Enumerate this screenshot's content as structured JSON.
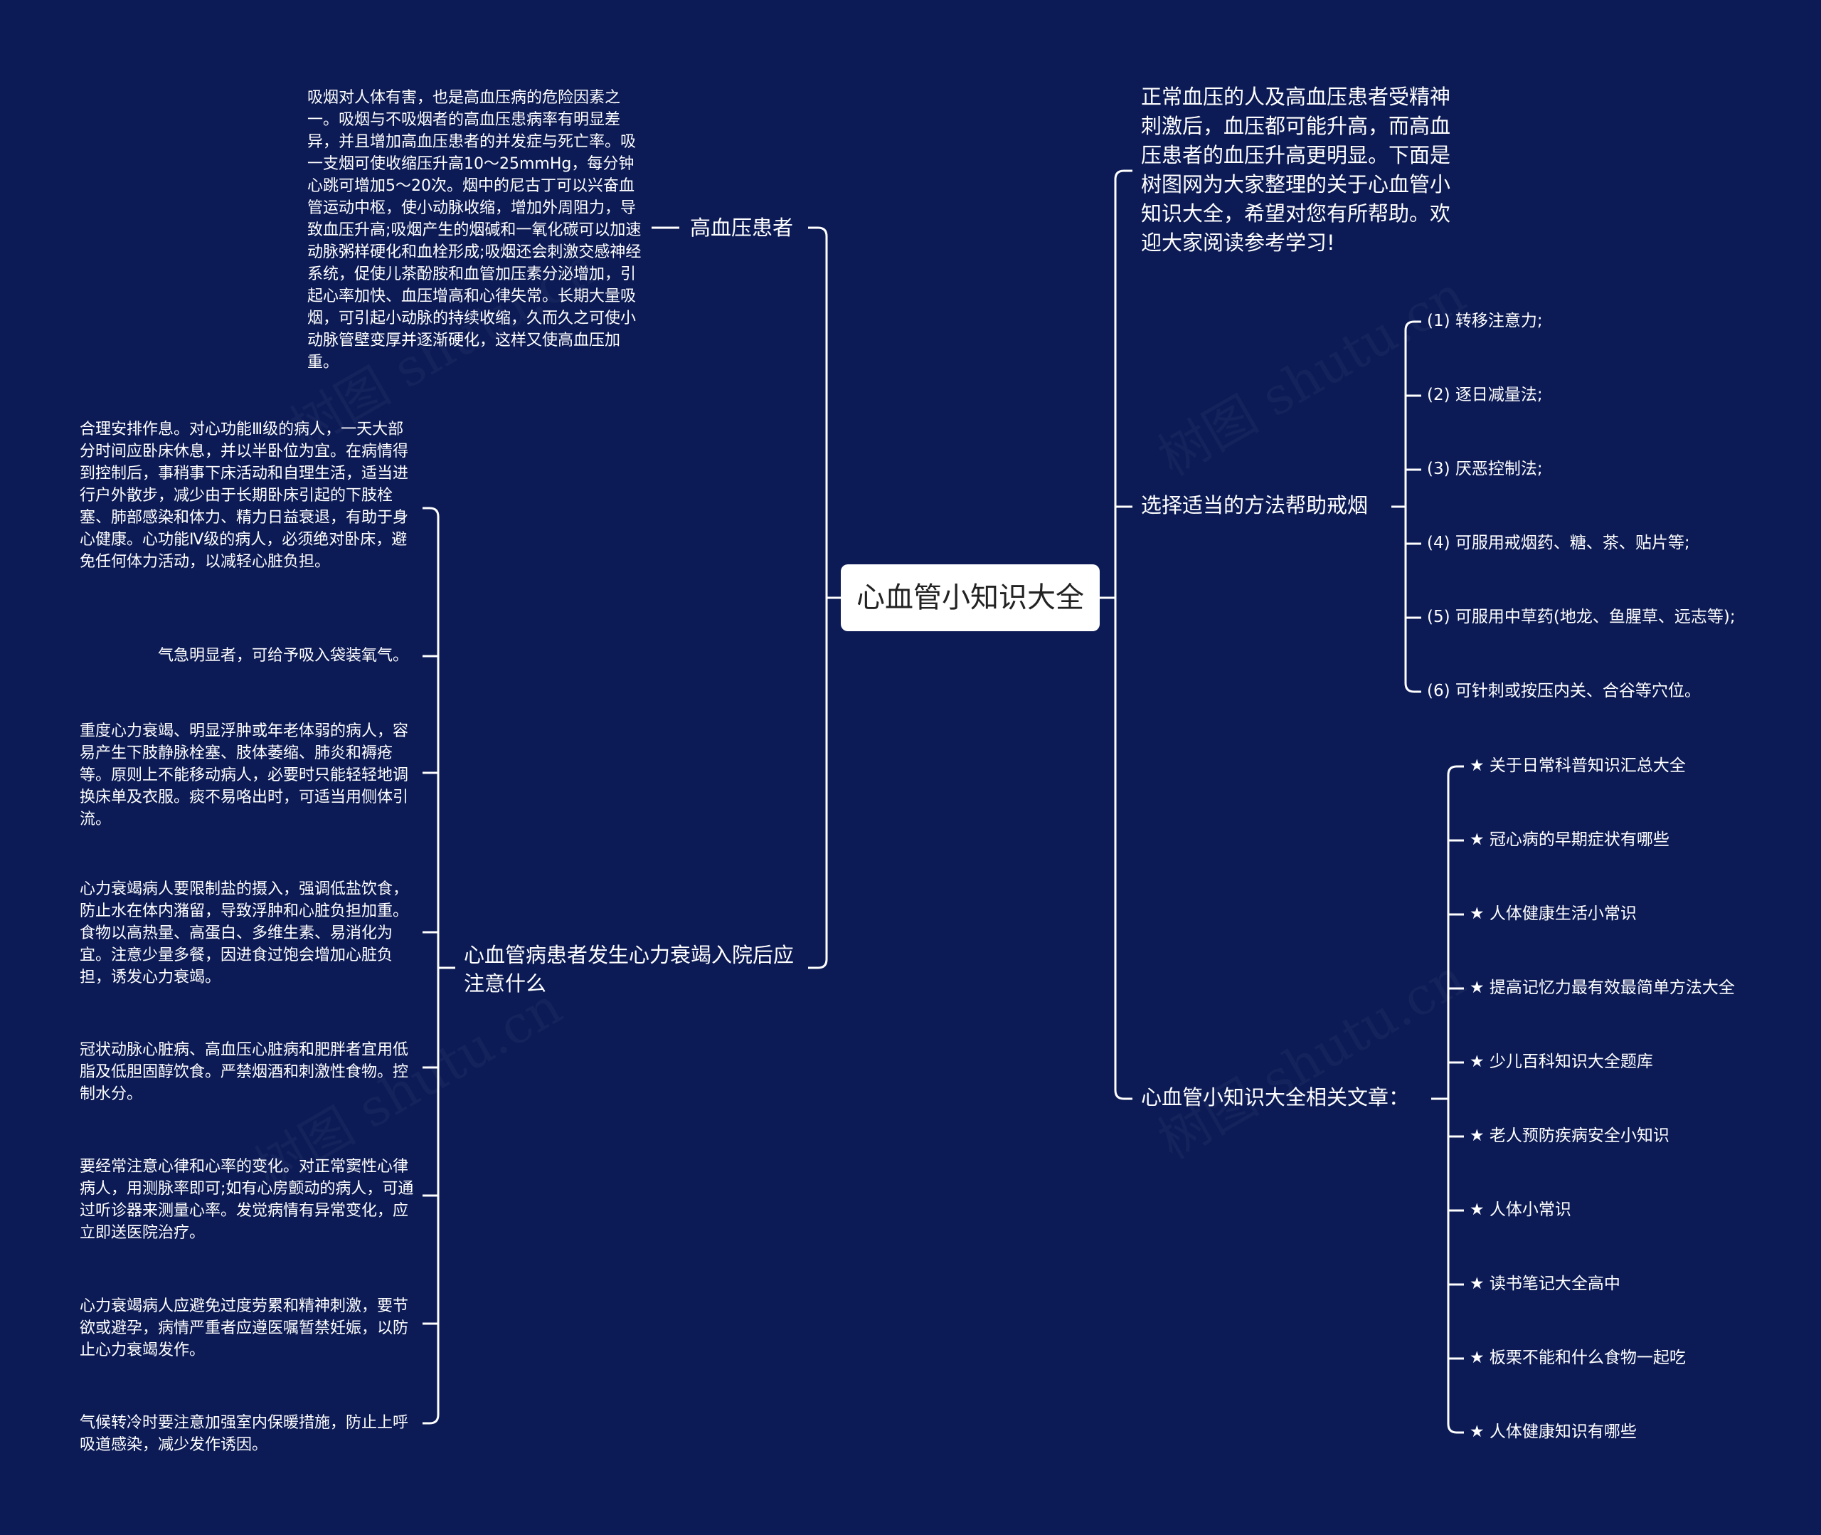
{
  "root": {
    "label": "心血管小知识大全"
  },
  "left_branches": [
    {
      "label": "高血压患者",
      "children": [
        "吸烟对人体有害，也是高血压病的危险因素之一。吸烟与不吸烟者的高血压患病率有明显差异，并且增加高血压患者的并发症与死亡率。吸一支烟可使收缩压升高10～25mmHg，每分钟心跳可增加5～20次。烟中的尼古丁可以兴奋血管运动中枢，使小动脉收缩，增加外周阻力，导致血压升高;吸烟产生的烟碱和一氧化碳可以加速动脉粥样硬化和血栓形成;吸烟还会刺激交感神经系统，促使儿茶酚胺和血管加压素分泌增加，引起心率加快、血压增高和心律失常。长期大量吸烟，可引起小动脉的持续收缩，久而久之可使小动脉管壁变厚并逐渐硬化，这样又使高血压加重。"
      ]
    },
    {
      "label": "心血管病患者发生心力衰竭入院后应注意什么",
      "children": [
        "合理安排作息。对心功能Ⅲ级的病人，一天大部分时间应卧床休息，并以半卧位为宜。在病情得到控制后，事稍事下床活动和自理生活，适当进行户外散步，减少由于长期卧床引起的下肢栓塞、肺部感染和体力、精力日益衰退，有助于身心健康。心功能Ⅳ级的病人，必须绝对卧床，避免任何体力活动，以减轻心脏负担。",
        "气急明显者，可给予吸入袋装氧气。",
        "重度心力衰竭、明显浮肿或年老体弱的病人，容易产生下肢静脉栓塞、肢体萎缩、肺炎和褥疮等。原则上不能移动病人，必要时只能轻轻地调换床单及衣服。痰不易咯出时，可适当用侧体引流。",
        "心力衰竭病人要限制盐的摄入，强调低盐饮食，防止水在体内潴留，导致浮肿和心脏负担加重。食物以高热量、高蛋白、多维生素、易消化为宜。注意少量多餐，因进食过饱会增加心脏负担，诱发心力衰竭。",
        "冠状动脉心脏病、高血压心脏病和肥胖者宜用低脂及低胆固醇饮食。严禁烟酒和刺激性食物。控制水分。",
        "要经常注意心律和心率的变化。对正常窦性心律病人，用测脉率即可;如有心房颤动的病人，可通过听诊器来测量心率。发觉病情有异常变化，应立即送医院治疗。",
        "心力衰竭病人应避免过度劳累和精神刺激，要节欲或避孕，病情严重者应遵医嘱暂禁妊娠，以防止心力衰竭发作。",
        "气候转冷时要注意加强室内保暖措施，防止上呼吸道感染，减少发作诱因。"
      ]
    }
  ],
  "right_branches": [
    {
      "label": "正常血压的人及高血压患者受精神刺激后，血压都可能升高，而高血压患者的血压升高更明显。下面是树图网为大家整理的关于心血管小知识大全，希望对您有所帮助。欢迎大家阅读参考学习!",
      "children": []
    },
    {
      "label": "选择适当的方法帮助戒烟",
      "children": [
        "(1) 转移注意力;",
        "(2) 逐日减量法;",
        "(3) 厌恶控制法;",
        "(4) 可服用戒烟药、糖、茶、贴片等;",
        "(5) 可服用中草药(地龙、鱼腥草、远志等);",
        "(6) 可针刺或按压内关、合谷等穴位。"
      ]
    },
    {
      "label": "心血管小知识大全相关文章：",
      "children": [
        "★ 关于日常科普知识汇总大全",
        "★ 冠心病的早期症状有哪些",
        "★ 人体健康生活小常识",
        "★ 提高记忆力最有效最简单方法大全",
        "★ 少儿百科知识大全题库",
        "★ 老人预防疾病安全小知识",
        "★ 人体小常识",
        "★ 读书笔记大全高中",
        "★ 板栗不能和什么食物一起吃",
        "★ 人体健康知识有哪些"
      ]
    }
  ],
  "watermark": "树图 shutu.cn",
  "colors": {
    "background": "#0c1b55",
    "line": "#ffffff",
    "root_bg": "#ffffff",
    "root_text": "#222222"
  }
}
